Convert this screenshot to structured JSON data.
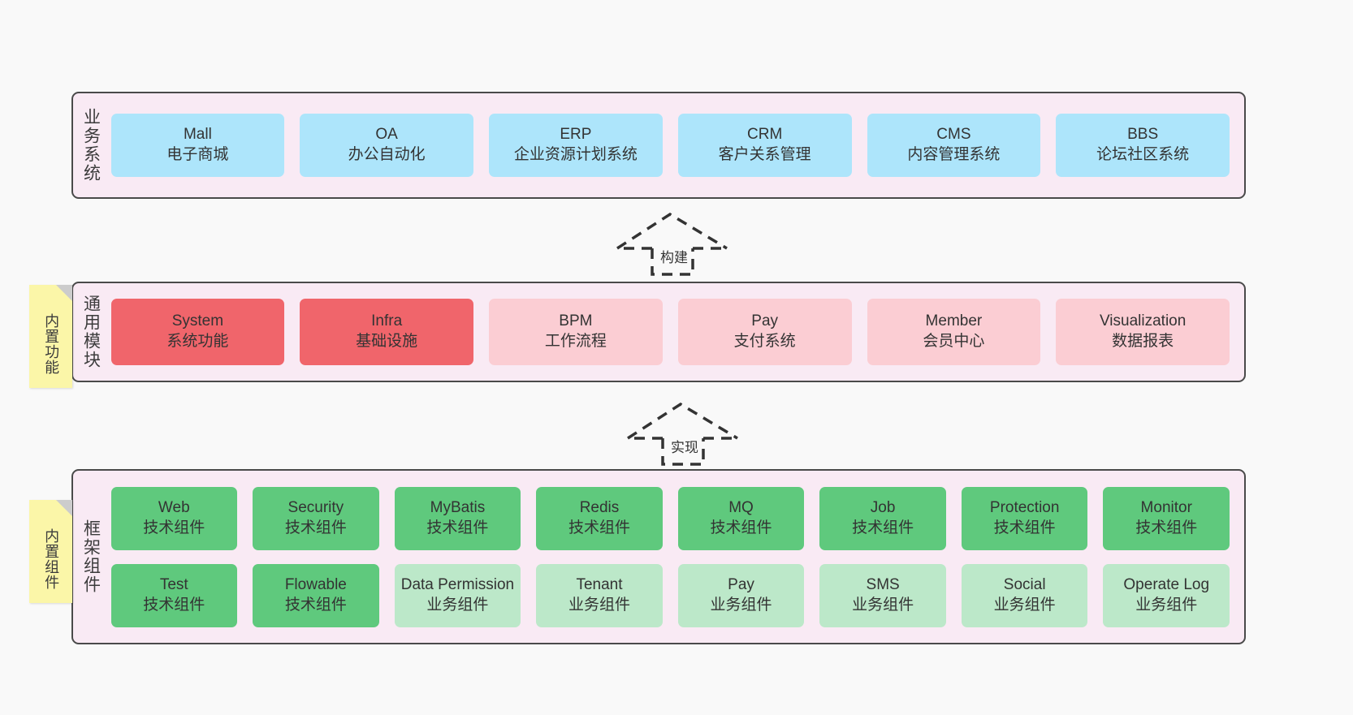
{
  "page": {
    "background": "#f9f9f9",
    "band_fill": "#f9eaf4",
    "band_border": "#4a4a4a"
  },
  "colors": {
    "business": "#ade5fb",
    "module_core": "#f0656b",
    "module_optional": "#fbcdd3",
    "component_tech": "#5fc97d",
    "component_business": "#bce8c9",
    "sticky": "#fbf6a8",
    "sticky_fold": "#cccccc"
  },
  "sections": {
    "business": {
      "label": "业务系统",
      "items": [
        {
          "l1": "Mall",
          "l2": "电子商城",
          "color": "blue"
        },
        {
          "l1": "OA",
          "l2": "办公自动化",
          "color": "blue"
        },
        {
          "l1": "ERP",
          "l2": "企业资源计划系统",
          "color": "blue"
        },
        {
          "l1": "CRM",
          "l2": "客户关系管理",
          "color": "blue"
        },
        {
          "l1": "CMS",
          "l2": "内容管理系统",
          "color": "blue"
        },
        {
          "l1": "BBS",
          "l2": "论坛社区系统",
          "color": "blue"
        }
      ]
    },
    "modules": {
      "label": "通用模块",
      "sticky": "内置功能",
      "items": [
        {
          "l1": "System",
          "l2": "系统功能",
          "color": "red"
        },
        {
          "l1": "Infra",
          "l2": "基础设施",
          "color": "red"
        },
        {
          "l1": "BPM",
          "l2": "工作流程",
          "color": "pink"
        },
        {
          "l1": "Pay",
          "l2": "支付系统",
          "color": "pink"
        },
        {
          "l1": "Member",
          "l2": "会员中心",
          "color": "pink"
        },
        {
          "l1": "Visualization",
          "l2": "数据报表",
          "color": "pink"
        }
      ]
    },
    "framework": {
      "label": "框架组件",
      "sticky": "内置组件",
      "row1": [
        {
          "l1": "Web",
          "l2": "技术组件",
          "color": "green"
        },
        {
          "l1": "Security",
          "l2": "技术组件",
          "color": "green"
        },
        {
          "l1": "MyBatis",
          "l2": "技术组件",
          "color": "green"
        },
        {
          "l1": "Redis",
          "l2": "技术组件",
          "color": "green"
        },
        {
          "l1": "MQ",
          "l2": "技术组件",
          "color": "green"
        },
        {
          "l1": "Job",
          "l2": "技术组件",
          "color": "green"
        },
        {
          "l1": "Protection",
          "l2": "技术组件",
          "color": "green"
        },
        {
          "l1": "Monitor",
          "l2": "技术组件",
          "color": "green"
        }
      ],
      "row2": [
        {
          "l1": "Test",
          "l2": "技术组件",
          "color": "green"
        },
        {
          "l1": "Flowable",
          "l2": "技术组件",
          "color": "green"
        },
        {
          "l1": "Data Permission",
          "l2": "业务组件",
          "color": "green-light",
          "wrap": true
        },
        {
          "l1": "Tenant",
          "l2": "业务组件",
          "color": "green-light"
        },
        {
          "l1": "Pay",
          "l2": "业务组件",
          "color": "green-light"
        },
        {
          "l1": "SMS",
          "l2": "业务组件",
          "color": "green-light"
        },
        {
          "l1": "Social",
          "l2": "业务组件",
          "color": "green-light"
        },
        {
          "l1": "Operate Log",
          "l2": "业务组件",
          "color": "green-light"
        }
      ]
    }
  },
  "connectors": [
    {
      "label": "构建"
    },
    {
      "label": "实现"
    }
  ]
}
